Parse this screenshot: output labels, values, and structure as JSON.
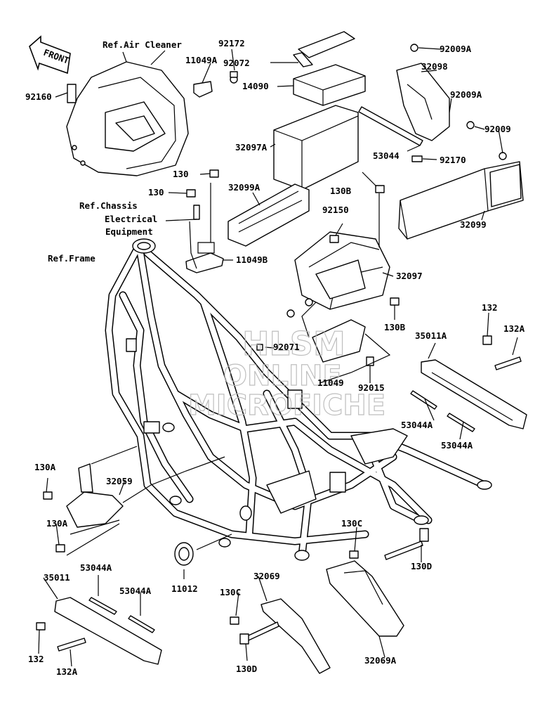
{
  "diagram": {
    "front_label": "FRONT",
    "watermark": [
      "HLSM",
      "ONLINE",
      "MICROFICHE"
    ],
    "refs": {
      "air_cleaner": "Ref.Air Cleaner",
      "chassis_1": "Ref.Chassis",
      "chassis_2": "Electrical",
      "chassis_3": "Equipment",
      "frame": "Ref.Frame"
    },
    "labels": {
      "p92172": "92172",
      "p11049a": "11049A",
      "p92072": "92072",
      "p14090": "14090",
      "p92160": "92160",
      "p92009a": "92009A",
      "p32098": "32098",
      "p92009": "92009",
      "p32097a": "32097A",
      "p53044": "53044",
      "p92170": "92170",
      "p130": "130",
      "p32099a": "32099A",
      "p130b": "130B",
      "p92150": "92150",
      "p32099": "32099",
      "p11049b": "11049B",
      "p32097": "32097",
      "p132": "132",
      "p132a": "132A",
      "p35011a": "35011A",
      "p92071": "92071",
      "p11049": "11049",
      "p92015": "92015",
      "p53044a": "53044A",
      "p130a": "130A",
      "p32059": "32059",
      "p130c": "130C",
      "p130d": "130D",
      "p35011": "35011",
      "p32069": "32069",
      "p11012": "11012",
      "p32069a": "32069A"
    }
  }
}
